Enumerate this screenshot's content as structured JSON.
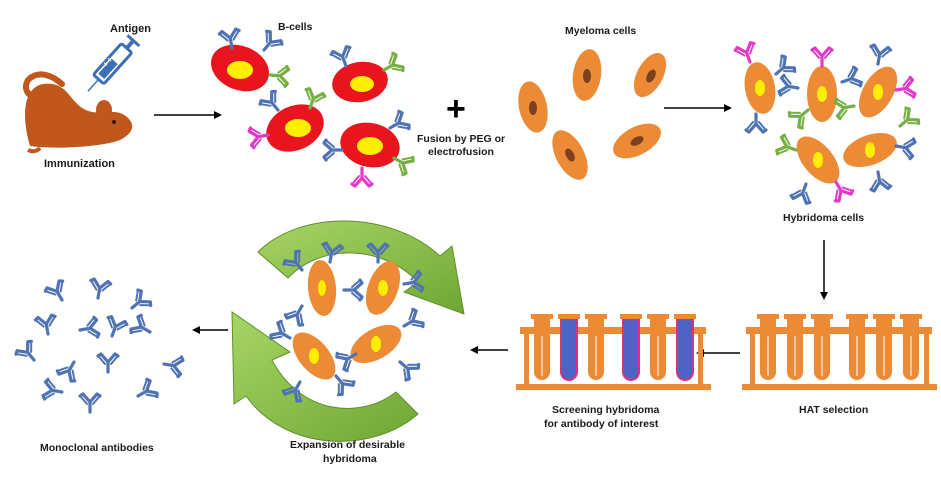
{
  "labels": {
    "antigen": "Antigen",
    "immunization": "Immunization",
    "bcells": "B-cells",
    "fusion_line1": "Fusion by PEG or",
    "fusion_line2": "electrofusion",
    "plus": "+",
    "myeloma": "Myeloma cells",
    "hybridoma": "Hybridoma cells",
    "hat": "HAT selection",
    "screening_line1": "Screening hybridoma",
    "screening_line2": "for antibody of interest",
    "expansion_line1": "Expansion of desirable",
    "expansion_line2": "hybridoma",
    "monoclonal": "Monoclonal  antibodies"
  },
  "colors": {
    "mouse": "#c0571d",
    "syringe": "#3d6fb6",
    "bcell_outer": "#e8141e",
    "bcell_nucleus": "#ffee00",
    "myeloma": "#ec8a36",
    "myeloma_nucleus": "#7a4020",
    "antibody_blue": "#4f73b3",
    "antibody_green": "#76b043",
    "antibody_magenta": "#e23ac8",
    "tube": "#ec8a36",
    "tube_positive": "#4f63c6",
    "cycle_arrow": "#8cc14c",
    "arrow": "#000000"
  },
  "icons": [
    "mouse-icon",
    "syringe-icon",
    "b-cell-icon",
    "myeloma-cell-icon",
    "hybridoma-cell-icon",
    "antibody-icon",
    "test-tube-rack-icon",
    "cycle-arrow-icon"
  ]
}
